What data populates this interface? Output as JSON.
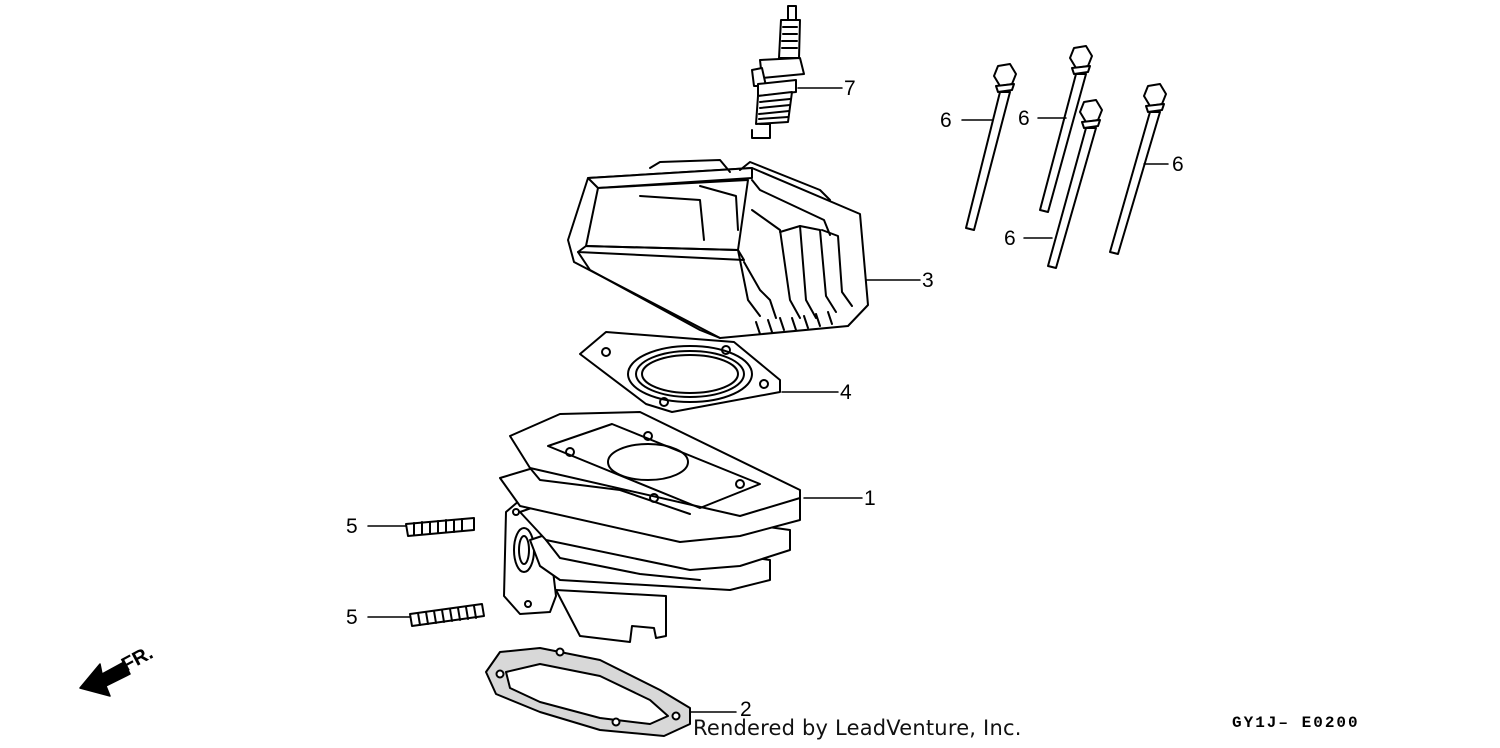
{
  "callouts": [
    {
      "id": "1",
      "label": "1"
    },
    {
      "id": "2",
      "label": "2"
    },
    {
      "id": "3",
      "label": "3"
    },
    {
      "id": "4",
      "label": "4"
    },
    {
      "id": "5a",
      "label": "5"
    },
    {
      "id": "5b",
      "label": "5"
    },
    {
      "id": "6a",
      "label": "6"
    },
    {
      "id": "6b",
      "label": "6"
    },
    {
      "id": "6c",
      "label": "6"
    },
    {
      "id": "6d",
      "label": "6"
    },
    {
      "id": "7",
      "label": "7"
    }
  ],
  "front_arrow": {
    "label": "FR."
  },
  "footer": {
    "credit": "Rendered by LeadVenture, Inc.",
    "diagram_code": "GY1J– E0200"
  },
  "colors": {
    "line": "#000000",
    "background": "#ffffff",
    "gasket_fill": "#d8d8d8"
  }
}
